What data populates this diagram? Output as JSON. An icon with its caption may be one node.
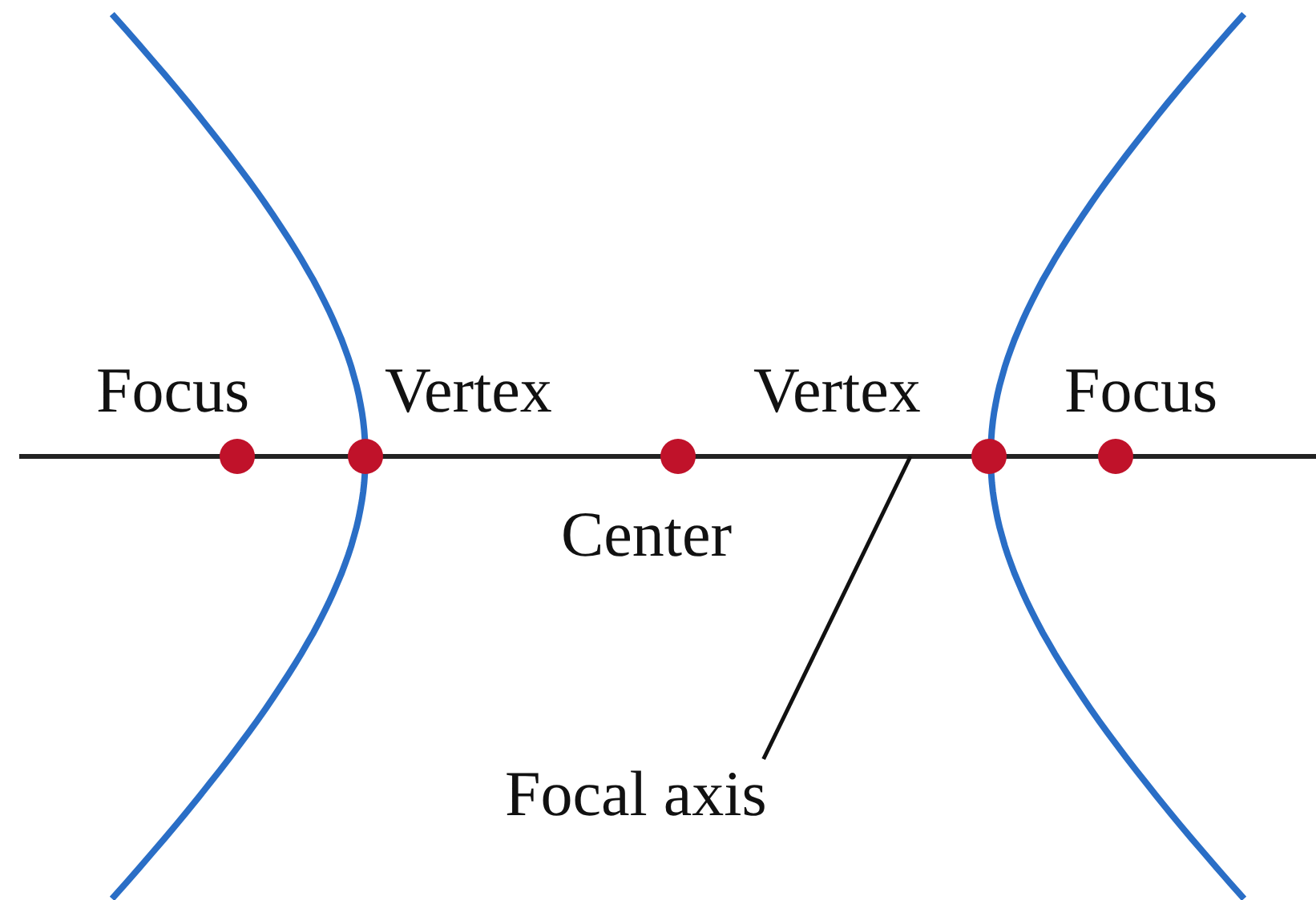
{
  "diagram": {
    "nodes": [
      {
        "text": [
          "Focal axis"
        ]
      },
      {
        "text": [],
        "shape": "line"
      }
    ],
    "edges": [
      {
        "from": 0,
        "to": 1,
        "arrow": "none"
      }
    ],
    "labels": [
      "Focus",
      "Vertex",
      "Vertex",
      "Focus",
      "Center"
    ]
  }
}
